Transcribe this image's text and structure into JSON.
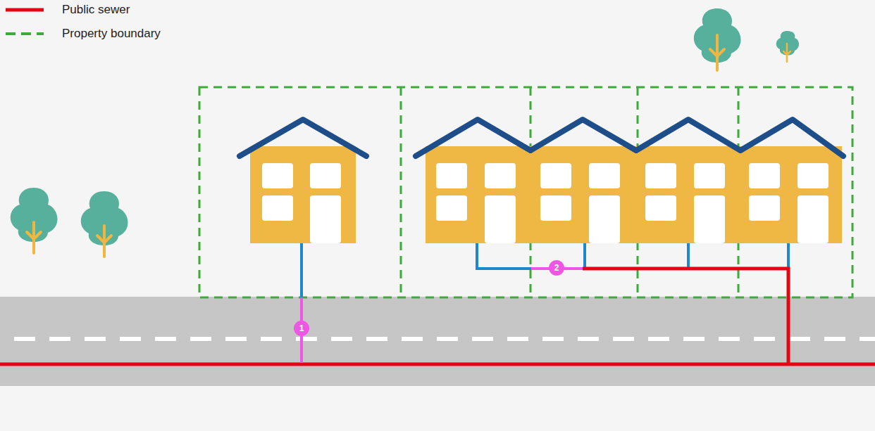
{
  "diagram": {
    "labels": [
      "1",
      "2"
    ],
    "legend": [
      {
        "text": "Public sewer"
      },
      {
        "text": "Property boundary"
      }
    ]
  }
}
